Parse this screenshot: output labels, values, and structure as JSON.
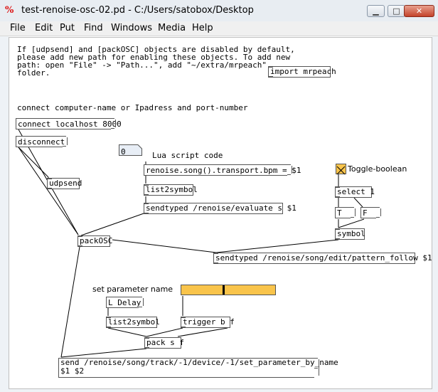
{
  "window": {
    "title": "test-renoise-osc-02.pd  - C:/Users/satobox/Desktop",
    "app_icon": "pd-icon",
    "minimize_glyph": "▁",
    "maximize_glyph": "□",
    "close_glyph": "✕"
  },
  "menu": [
    "File",
    "Edit",
    "Put",
    "Find",
    "Windows",
    "Media",
    "Help"
  ],
  "comments": {
    "intro": "If [udpsend] and [packOSC] objects are disabled by default,\nplease add new path for enabling these objects. To add new\npath: open \"File\" -> \"Path...\", add \"~/extra/mrpeach\"\nfolder.",
    "connect": "connect computer-name or Ipadress and port-number",
    "lua": "Lua script code",
    "toggle": "Toggle-boolean",
    "param": "set parameter name"
  },
  "objects": {
    "import": "import mrpeach",
    "udpsend": "udpsend",
    "packosc": "packOSC",
    "list2symbol_a": "list2symbol",
    "sendtyped_eval": "sendtyped /renoise/evaluate s $1",
    "select": "select 1",
    "symbol": "symbol",
    "sendtyped_follow": "sendtyped /renoise/song/edit/pattern_follow $1",
    "list2symbol_b": "list2symbol",
    "trigger": "trigger b f",
    "pack": "pack s f"
  },
  "messages": {
    "connect": "connect localhost 8000",
    "disconnect": "disconnect",
    "lua_code": "renoise.song().transport.bpm = $1",
    "t": "T",
    "f": "F",
    "delay": "L Delay",
    "send": "send /renoise/song/track/-1/device/-1/set_parameter_by_name\n$1 $2"
  },
  "atoms": {
    "number": "0"
  },
  "colors": {
    "gui_fill": "#f9c44b",
    "border": "#555555"
  }
}
